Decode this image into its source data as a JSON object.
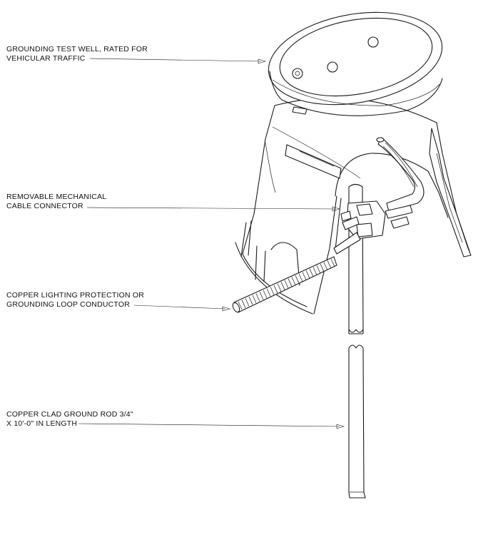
{
  "callouts": {
    "test_well": {
      "line1": "GROUNDING TEST WELL, RATED FOR",
      "line2": "VEHICULAR TRAFFIC"
    },
    "connector": {
      "line1": "REMOVABLE MECHANICAL",
      "line2": "CABLE CONNECTOR"
    },
    "conductor": {
      "line1": "COPPER LIGHTING PROTECTION OR",
      "line2": "GROUNDING LOOP CONDUCTOR"
    },
    "ground_rod": {
      "line1": "COPPER CLAD GROUND ROD 3/4\"",
      "line2": "X 10'-0\" IN LENGTH"
    }
  }
}
